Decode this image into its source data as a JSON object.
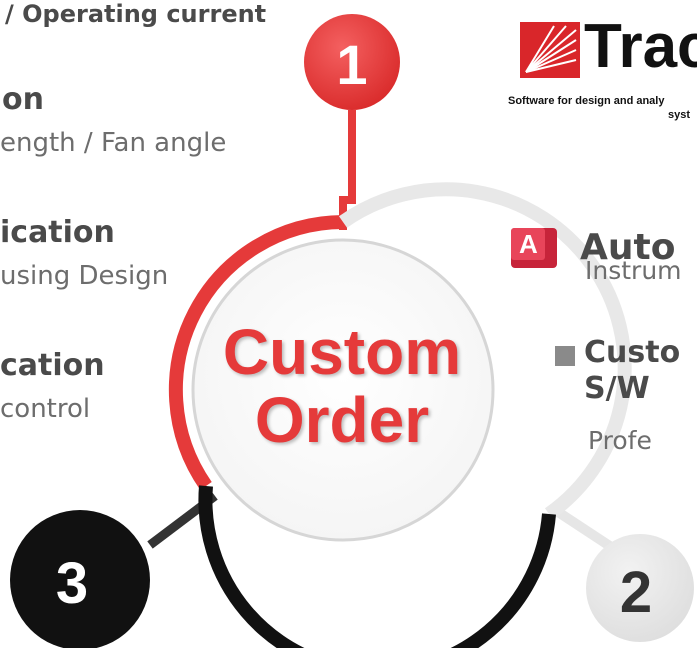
{
  "left_column": {
    "top_fragment": "/ Operating current",
    "item1_title": "on",
    "item1_sub": "ength / Fan angle",
    "item2_title": "ication",
    "item2_sub": "using Design",
    "item3_title": "cation",
    "item3_sub": "control"
  },
  "center": {
    "line1": "Custom",
    "line2": "Order"
  },
  "nodes": {
    "n1": "1",
    "n2": "2",
    "n3": "3"
  },
  "right_column": {
    "trace_logo_text": "Trac",
    "trace_tagline_1": "Software for design and analy",
    "trace_tagline_2": "syst",
    "autocad_badge": "A",
    "autocad_name": "Auto",
    "autocad_sub": "Instrum",
    "custom_title_1": "Custo",
    "custom_title_2": "S/W",
    "custom_sub": "Profe"
  },
  "colors": {
    "red": "#e53a3a",
    "black": "#111111",
    "light_gray": "#e6e6e6",
    "text_gray": "#6d6d6d"
  }
}
